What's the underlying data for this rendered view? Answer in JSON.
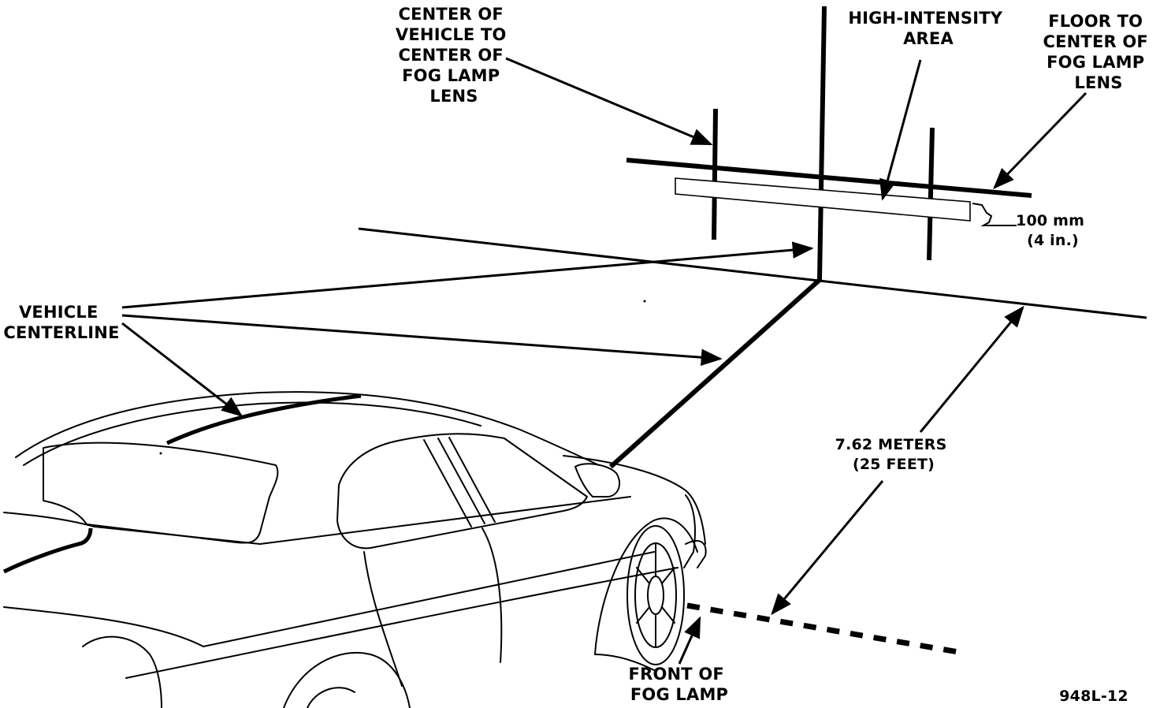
{
  "labels": {
    "center_of_vehicle": [
      "CENTER OF",
      "VEHICLE TO",
      "CENTER OF",
      "FOG LAMP",
      "LENS"
    ],
    "high_intensity": [
      "HIGH-INTENSITY",
      "AREA"
    ],
    "floor_to_center": [
      "FLOOR TO",
      "CENTER OF",
      "FOG LAMP",
      "LENS"
    ],
    "dimension_100": [
      "100 mm",
      "(4 in.)"
    ],
    "vehicle_centerline": [
      "VEHICLE",
      "CENTERLINE"
    ],
    "distance": [
      "7.62 METERS",
      "(25 FEET)"
    ],
    "front_of_fog_lamp": [
      "FRONT OF",
      "FOG LAMP"
    ],
    "figure_id": "948L-12"
  },
  "colors": {
    "ink": "#000000",
    "background": "#ffffff"
  }
}
